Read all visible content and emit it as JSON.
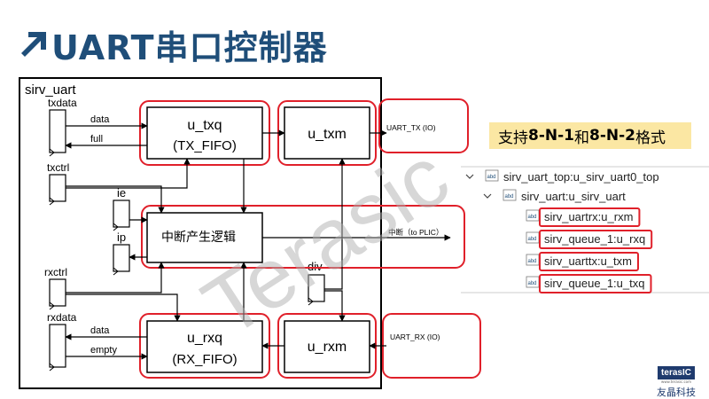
{
  "title": "UART串口控制器",
  "watermark": "Terasic",
  "diagram": {
    "outer_label": "sirv_uart",
    "blocks": {
      "txq_name": "u_txq",
      "txq_sub": "(TX_FIFO)",
      "txm": "u_txm",
      "rxq_name": "u_rxq",
      "rxq_sub": "(RX_FIFO)",
      "rxm": "u_rxm",
      "interrupt": "中断产生逻辑"
    },
    "registers": {
      "txdata": "txdata",
      "txctrl": "txctrl",
      "ie": "ie",
      "ip": "ip",
      "rxctrl": "rxctrl",
      "rxdata": "rxdata",
      "div": "div"
    },
    "signals": {
      "tx_data": "data",
      "tx_full": "full",
      "rx_data": "data",
      "rx_empty": "empty",
      "uart_tx": "UART_TX (IO)",
      "uart_rx": "UART_RX (IO)",
      "plic": "中断（to PLIC）"
    }
  },
  "note": {
    "pre": "支持 ",
    "f1": "8-N-1",
    "mid": " 和 ",
    "f2": "8-N-2",
    "post": " 格式"
  },
  "hierarchy": [
    {
      "label": "sirv_uart_top:u_sirv_uart0_top",
      "expanded": true
    },
    {
      "label": "sirv_uart:u_sirv_uart",
      "expanded": true
    },
    {
      "label": "sirv_uartrx:u_rxm"
    },
    {
      "label": "sirv_queue_1:u_rxq"
    },
    {
      "label": "sirv_uarttx:u_txm"
    },
    {
      "label": "sirv_queue_1:u_txq"
    }
  ],
  "tree_icon_text": "abd",
  "logo": {
    "brand": "terasIC",
    "sub": "www.terasic.com",
    "cn": "友晶科技"
  },
  "colors": {
    "title": "#1f4e79",
    "highlight": "#e0202a",
    "note_bg": "#fbe7a3",
    "watermark": "#b0b0b0"
  }
}
